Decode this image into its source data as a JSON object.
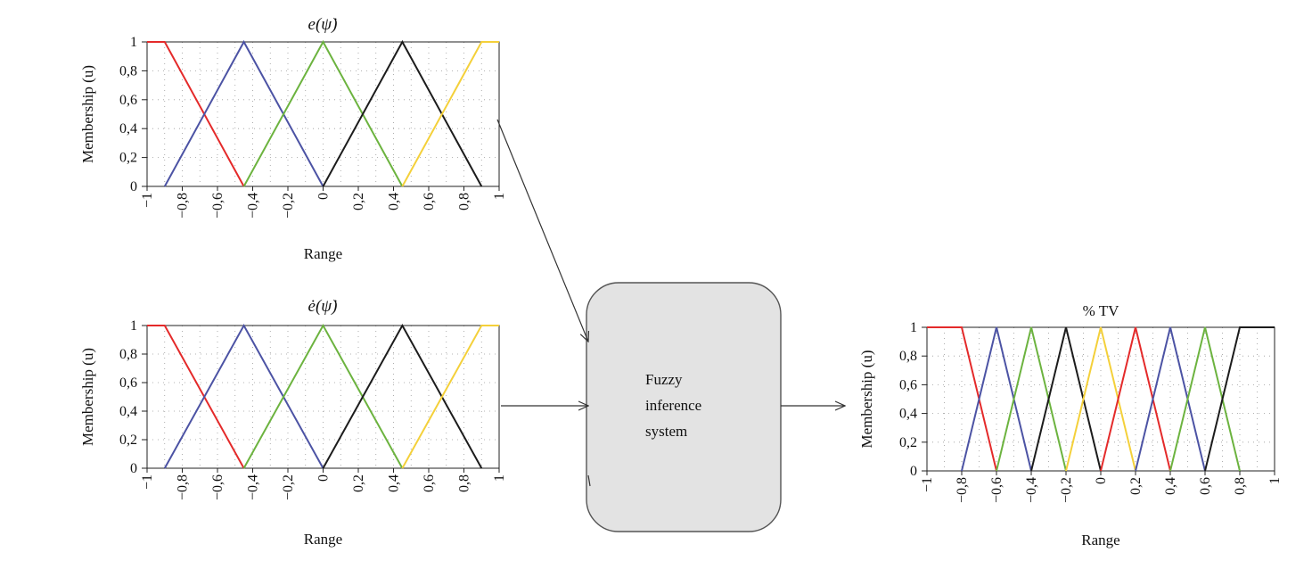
{
  "system": {
    "label_lines": [
      "Fuzzy",
      "inference",
      "system"
    ]
  },
  "colors": {
    "red": "#e42a2a",
    "blue": "#4c53a4",
    "green": "#6cb33f",
    "black": "#1c1c1c",
    "yellow": "#f4d03a",
    "box_fill": "#e3e3e3",
    "box_stroke": "#555555"
  },
  "chart_data": [
    {
      "type": "line",
      "id": "error",
      "title": "e(ψ̇)",
      "xlabel": "Range",
      "ylabel": "Membership (u)",
      "xlim": [
        -1,
        1
      ],
      "ylim": [
        0,
        1
      ],
      "x_ticks": [
        "−1",
        "−0,8",
        "−0,6",
        "−0,4",
        "−0,2",
        "0",
        "0,2",
        "0,4",
        "0,6",
        "0,8",
        "1"
      ],
      "y_ticks": [
        "0",
        "0,2",
        "0,4",
        "0,6",
        "0,8",
        "1"
      ],
      "grid": "dotted",
      "series": [
        {
          "color": "red",
          "x": [
            -1,
            -0.9,
            -0.45
          ],
          "y": [
            1,
            1,
            0
          ]
        },
        {
          "color": "blue",
          "x": [
            -0.9,
            -0.45,
            0
          ],
          "y": [
            0,
            1,
            0
          ]
        },
        {
          "color": "green",
          "x": [
            -0.45,
            0,
            0.45
          ],
          "y": [
            0,
            1,
            0
          ]
        },
        {
          "color": "black",
          "x": [
            0,
            0.45,
            0.9
          ],
          "y": [
            0,
            1,
            0
          ]
        },
        {
          "color": "yellow",
          "x": [
            0.45,
            0.9,
            1
          ],
          "y": [
            0,
            1,
            1
          ]
        }
      ]
    },
    {
      "type": "line",
      "id": "error_rate",
      "title": "ė(ψ̇)",
      "xlabel": "Range",
      "ylabel": "Membership (u)",
      "xlim": [
        -1,
        1
      ],
      "ylim": [
        0,
        1
      ],
      "x_ticks": [
        "−1",
        "−0,8",
        "−0,6",
        "−0,4",
        "−0,2",
        "0",
        "0,2",
        "0,4",
        "0,6",
        "0,8",
        "1"
      ],
      "y_ticks": [
        "0",
        "0,2",
        "0,4",
        "0,6",
        "0,8",
        "1"
      ],
      "grid": "dotted",
      "series": [
        {
          "color": "red",
          "x": [
            -1,
            -0.9,
            -0.45
          ],
          "y": [
            1,
            1,
            0
          ]
        },
        {
          "color": "blue",
          "x": [
            -0.9,
            -0.45,
            0
          ],
          "y": [
            0,
            1,
            0
          ]
        },
        {
          "color": "green",
          "x": [
            -0.45,
            0,
            0.45
          ],
          "y": [
            0,
            1,
            0
          ]
        },
        {
          "color": "black",
          "x": [
            0,
            0.45,
            0.9
          ],
          "y": [
            0,
            1,
            0
          ]
        },
        {
          "color": "yellow",
          "x": [
            0.45,
            0.9,
            1
          ],
          "y": [
            0,
            1,
            1
          ]
        }
      ]
    },
    {
      "type": "line",
      "id": "output_tv",
      "title": "% TV",
      "xlabel": "Range",
      "ylabel": "Membership (u)",
      "xlim": [
        -1,
        1
      ],
      "ylim": [
        0,
        1
      ],
      "x_ticks": [
        "−1",
        "−0,8",
        "−0,6",
        "−0,4",
        "−0,2",
        "0",
        "0,2",
        "0,4",
        "0,6",
        "0,8",
        "1"
      ],
      "y_ticks": [
        "0",
        "0,2",
        "0,4",
        "0,6",
        "0,8",
        "1"
      ],
      "grid": "dotted",
      "series": [
        {
          "color": "red",
          "x": [
            -1,
            -0.8,
            -0.6
          ],
          "y": [
            1,
            1,
            0
          ]
        },
        {
          "color": "blue",
          "x": [
            -0.8,
            -0.6,
            -0.4
          ],
          "y": [
            0,
            1,
            0
          ]
        },
        {
          "color": "green",
          "x": [
            -0.6,
            -0.4,
            -0.2
          ],
          "y": [
            0,
            1,
            0
          ]
        },
        {
          "color": "black",
          "x": [
            -0.4,
            -0.2,
            0
          ],
          "y": [
            0,
            1,
            0
          ]
        },
        {
          "color": "yellow",
          "x": [
            -0.2,
            0,
            0.2
          ],
          "y": [
            0,
            1,
            0
          ]
        },
        {
          "color": "red",
          "x": [
            0,
            0.2,
            0.4
          ],
          "y": [
            0,
            1,
            0
          ]
        },
        {
          "color": "blue",
          "x": [
            0.2,
            0.4,
            0.6
          ],
          "y": [
            0,
            1,
            0
          ]
        },
        {
          "color": "green",
          "x": [
            0.4,
            0.6,
            0.8
          ],
          "y": [
            0,
            1,
            0
          ]
        },
        {
          "color": "black",
          "x": [
            0.6,
            0.8,
            1
          ],
          "y": [
            0,
            1,
            1
          ]
        }
      ]
    }
  ]
}
